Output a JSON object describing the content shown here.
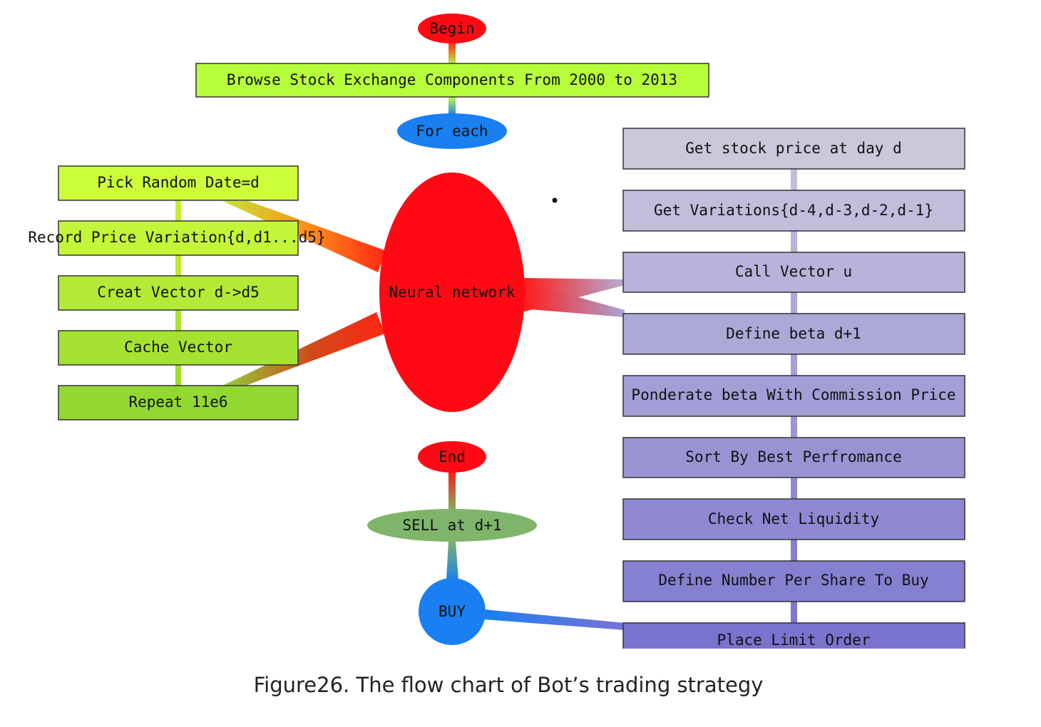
{
  "caption": "Figure26. The flow chart of Bot’s trading strategy",
  "nodes": {
    "begin": "Begin",
    "browse": "Browse Stock Exchange Components From 2000 to 2013",
    "for_each": "For each",
    "neural": "Neural network",
    "end": "End",
    "sell": "SELL at d+1",
    "buy": "BUY"
  },
  "left_steps": [
    "Pick Random Date=d",
    "Record Price Variation{d,d1...d5}",
    "Creat Vector d->d5",
    "Cache Vector",
    "Repeat 11e6"
  ],
  "right_steps": [
    "Get stock price at day d",
    "Get Variations{d-4,d-3,d-2,d-1}",
    "Call Vector u",
    "Define beta d+1",
    "Ponderate beta With Commission Price",
    "Sort By Best Perfromance",
    "Check Net Liquidity",
    "Define Number Per Share To Buy",
    "Place Limit Order"
  ],
  "colors": {
    "red": "#ff0a14",
    "blue": "#1a7ff0",
    "sell_green": "#7fb56a",
    "browse_green": "#b6ff3a"
  }
}
